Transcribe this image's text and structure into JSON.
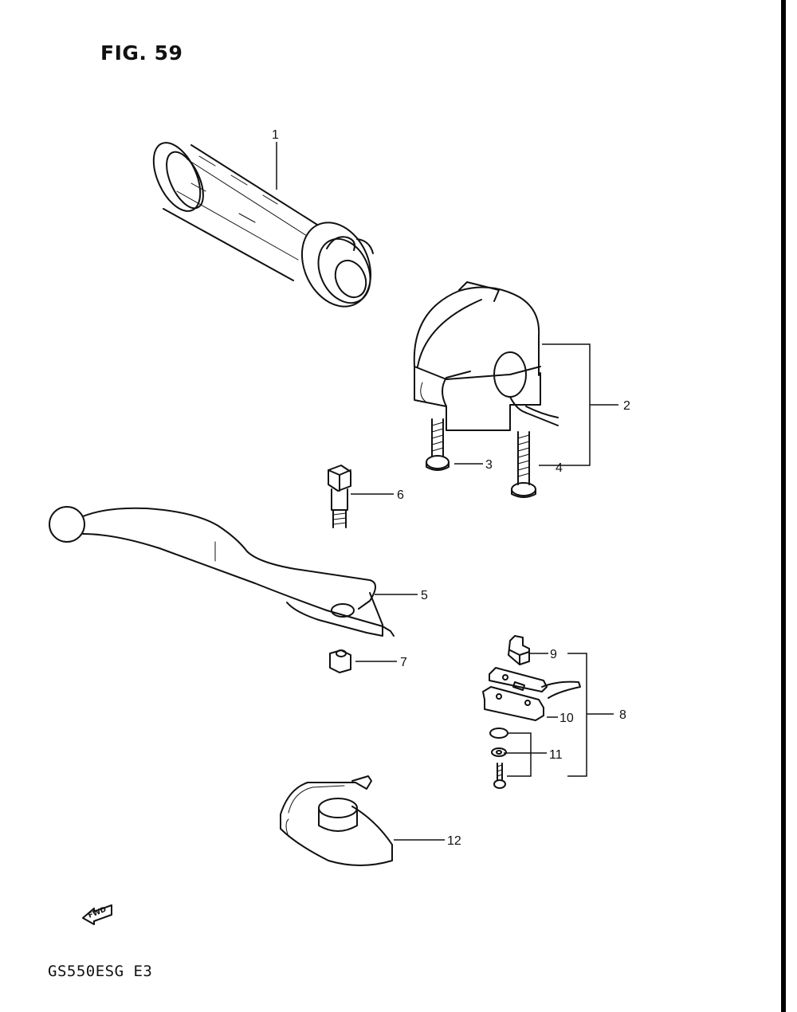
{
  "figure": {
    "title": "FIG. 59"
  },
  "footer": {
    "model_code": "GS550ESG  E3"
  },
  "fwd_arrow": {
    "label": "FWD"
  },
  "callouts": [
    "1",
    "2",
    "3",
    "4",
    "5",
    "6",
    "7",
    "8",
    "9",
    "10",
    "11",
    "12"
  ]
}
